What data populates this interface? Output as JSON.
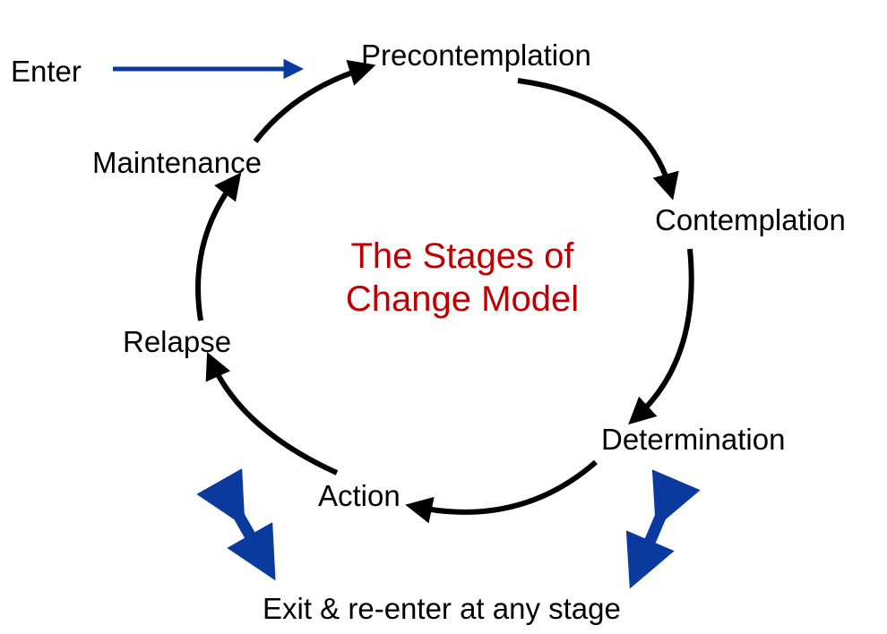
{
  "diagram": {
    "title_line1": "The Stages of",
    "title_line2": "Change Model",
    "enter": "Enter",
    "exit": "Exit & re-enter at any stage",
    "stages": {
      "precontemplation": "Precontemplation",
      "contemplation": "Contemplation",
      "determination": "Determination",
      "action": "Action",
      "relapse": "Relapse",
      "maintenance": "Maintenance"
    }
  },
  "colors": {
    "title": "#c00000",
    "cycle_arrows": "#000000",
    "flow_arrows": "#0a3a9e"
  }
}
